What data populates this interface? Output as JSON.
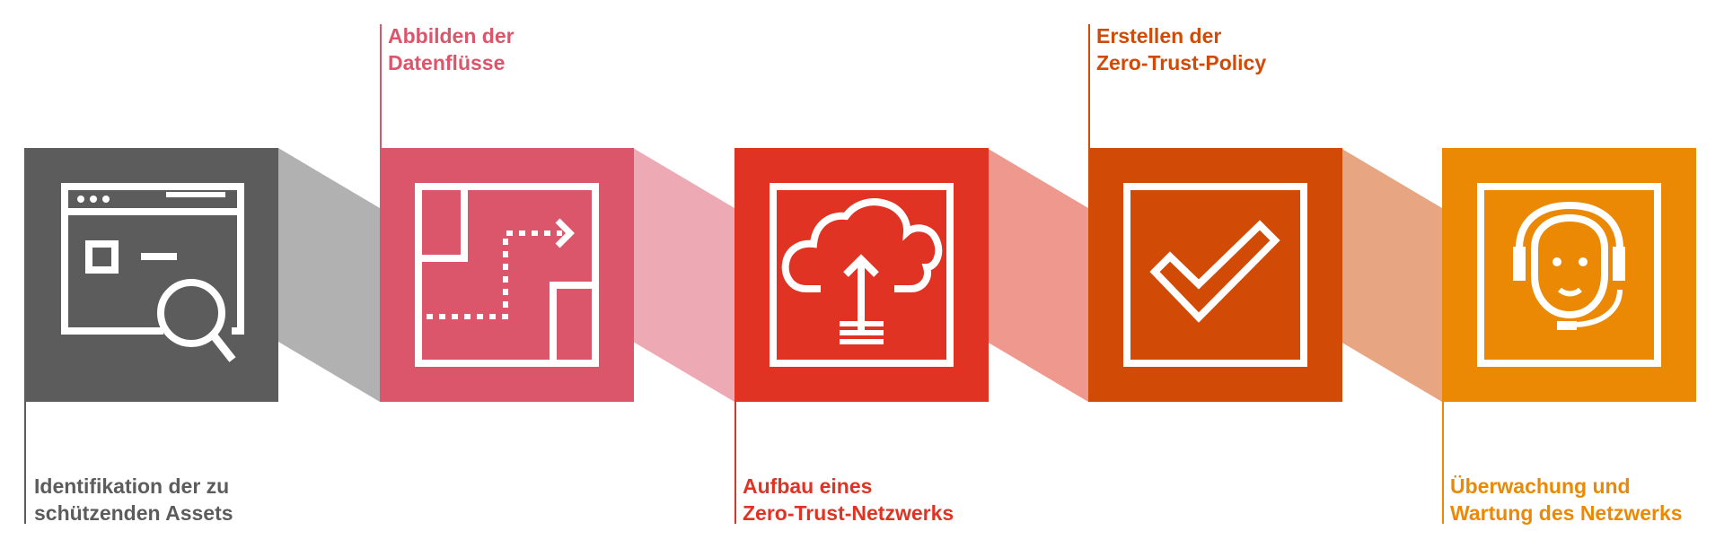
{
  "colors": {
    "grey": "#5c5c5c",
    "pink": "#db556b",
    "red": "#e03323",
    "dark_orange": "#d14a06",
    "orange": "#ec8904",
    "connector_1": "#b1b1b1",
    "connector_2": "#edaab5",
    "connector_3": "#ef998e",
    "connector_4": "#e8a582"
  },
  "steps": [
    {
      "icon": "browser-search-icon",
      "label_line1": "Identifikation der zu",
      "label_line2": "schützenden Assets"
    },
    {
      "icon": "floor-plan-path-icon",
      "label_line1": "Abbilden der",
      "label_line2": "Datenflüsse"
    },
    {
      "icon": "cloud-upload-icon",
      "label_line1": "Aufbau eines",
      "label_line2": "Zero-Trust-Netzwerks"
    },
    {
      "icon": "checkmark-icon",
      "label_line1": "Erstellen der",
      "label_line2": "Zero-Trust-Policy"
    },
    {
      "icon": "support-headset-icon",
      "label_line1": "Überwachung und",
      "label_line2": "Wartung des Netzwerks"
    }
  ]
}
